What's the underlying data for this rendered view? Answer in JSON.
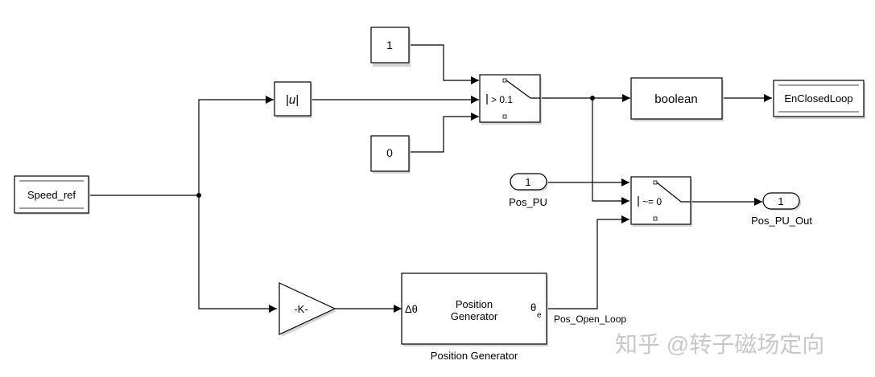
{
  "blocks": {
    "const_one": "1",
    "const_zero": "0",
    "abs": "|u|",
    "switch1_threshold": "> 0.1",
    "boolean": "boolean",
    "en_closed_loop": "EnClosedLoop",
    "speed_ref": "Speed_ref",
    "pos_pu_in_port": "1",
    "pos_pu_in_name": "Pos_PU",
    "switch2_threshold": "~= 0",
    "pos_pu_out_port": "1",
    "pos_pu_out_name": "Pos_PU_Out",
    "gain": "-K-",
    "posgen_line1": "Position",
    "posgen_line2": "Generator",
    "posgen_in_port": "Δθ",
    "posgen_out_port": "θ",
    "posgen_out_sub": "e",
    "posgen_caption": "Position Generator",
    "open_loop_signal": "Pos_Open_Loop"
  },
  "watermark": "知乎 @转子磁场定向"
}
